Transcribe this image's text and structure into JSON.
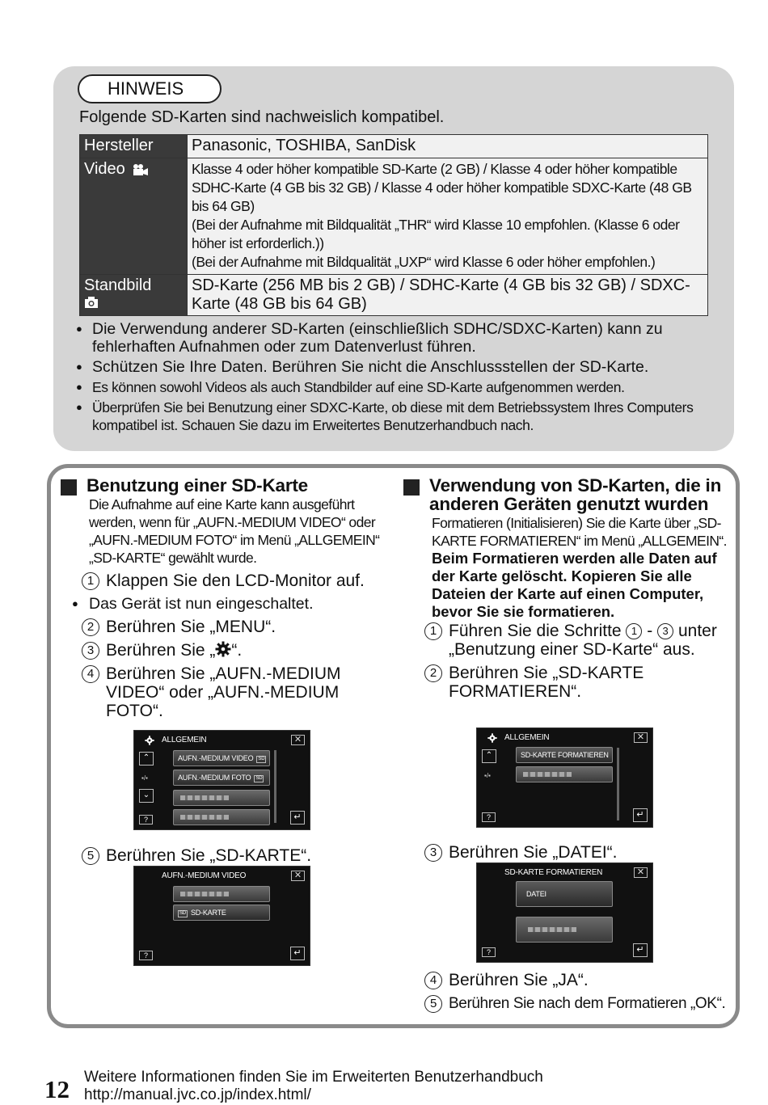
{
  "hinweis": {
    "label": "HINWEIS",
    "intro": "Folgende SD-Karten sind nachweislich kompatibel.",
    "table": [
      {
        "header": "Hersteller",
        "value_lines": [
          "Panasonic, TOSHIBA, SanDisk"
        ]
      },
      {
        "header": "Video",
        "icon": "video-camera-icon",
        "value_lines": [
          "Klasse 4 oder höher kompatible SD-Karte (2 GB) / Klasse 4 oder höher kompatible SDHC-Karte (4 GB bis 32 GB) / Klasse 4 oder höher kompatible SDXC-Karte (48 GB bis 64 GB)",
          "(Bei der Aufnahme mit Bildqualität „THR“ wird Klasse 10 empfohlen. (Klasse 6 oder höher ist erforderlich.))",
          "(Bei der Aufnahme mit Bildqualität „UXP“ wird Klasse 6 oder höher empfohlen.)"
        ]
      },
      {
        "header": "Standbild",
        "icon": "still-camera-icon",
        "value_lines": [
          "SD-Karte (256 MB bis 2 GB) / SDHC-Karte (4 GB bis 32 GB) / SDXC-Karte (48 GB bis 64 GB)"
        ]
      }
    ],
    "bullets": [
      "Die Verwendung anderer SD-Karten (einschließlich SDHC/SDXC-Karten) kann zu fehlerhaften Aufnahmen oder zum Datenverlust führen.",
      "Schützen Sie Ihre Daten. Berühren Sie nicht die Anschlussstellen der SD-Karte.",
      "Es können sowohl Videos als auch Standbilder auf eine SD-Karte aufgenommen werden.",
      "Überprüfen Sie bei Benutzung einer SDXC-Karte, ob diese mit dem Betriebssystem Ihres Computers kompatibel ist. Schauen Sie dazu im Erweitertes Benutzerhandbuch nach."
    ]
  },
  "left": {
    "title": "Benutzung einer SD-Karte",
    "desc": "Die Aufnahme auf eine Karte kann ausgeführt werden, wenn für „AUFN.-MEDIUM VIDEO“ oder „AUFN.-MEDIUM FOTO“ im Menü „ALLGEMEIN“ „SD-KARTE“ gewählt wurde.",
    "step1": {
      "num": "1",
      "text": "Klappen Sie den LCD-Monitor auf."
    },
    "note": "Das Gerät ist nun eingeschaltet.",
    "step2": {
      "num": "2",
      "text": "Berühren Sie „MENU“."
    },
    "step3": {
      "num": "3",
      "text_before": "Berühren Sie „",
      "text_after": "“."
    },
    "step4": {
      "num": "4",
      "text": "Berühren Sie „AUFN.-MEDIUM VIDEO“ oder „AUFN.-MEDIUM FOTO“."
    },
    "screen1": {
      "title": "ALLGEMEIN",
      "item1": "AUFN.-MEDIUM VIDEO",
      "item2": "AUFN.-MEDIUM FOTO",
      "sd": "SD",
      "close": "✕",
      "help": "?"
    },
    "step5": {
      "num": "5",
      "text": "Berühren Sie „SD-KARTE“."
    },
    "screen2": {
      "title": "AUFN.-MEDIUM VIDEO",
      "item2": "SD-KARTE",
      "sd": "SD",
      "close": "✕",
      "help": "?"
    }
  },
  "right": {
    "title": "Verwendung von SD-Karten, die in anderen Geräten genutzt wurden",
    "desc": "Formatieren (Initialisieren) Sie die Karte über „SD-KARTE FORMATIEREN“ im Menü „ALLGEMEIN“.",
    "bold": "Beim Formatieren werden alle Daten auf der Karte gelöscht. Kopieren Sie alle Dateien der Karte auf einen Computer, bevor Sie sie formatieren.",
    "step1": {
      "num": "1",
      "text_before": "Führen Sie die Schritte ",
      "ref1": "1",
      "dash": " - ",
      "ref2": "3",
      "text_after": " unter „Benutzung einer SD-Karte“ aus."
    },
    "step2": {
      "num": "2",
      "text": "Berühren Sie „SD-KARTE FORMATIEREN“."
    },
    "screen1": {
      "title": "ALLGEMEIN",
      "item1": "SD-KARTE FORMATIEREN",
      "close": "✕",
      "help": "?"
    },
    "step3": {
      "num": "3",
      "text": "Berühren Sie „DATEI“."
    },
    "screen2": {
      "title": "SD-KARTE FORMATIEREN",
      "item1": "DATEI",
      "close": "✕",
      "help": "?"
    },
    "step4": {
      "num": "4",
      "text": "Berühren Sie „JA“."
    },
    "step5": {
      "num": "5",
      "text": "Berühren Sie nach dem Formatieren „OK“."
    }
  },
  "footer": {
    "page": "12",
    "line1": "Weitere Informationen finden Sie im Erweiterten Benutzerhandbuch",
    "line2": "http://manual.jvc.co.jp/index.html/"
  }
}
